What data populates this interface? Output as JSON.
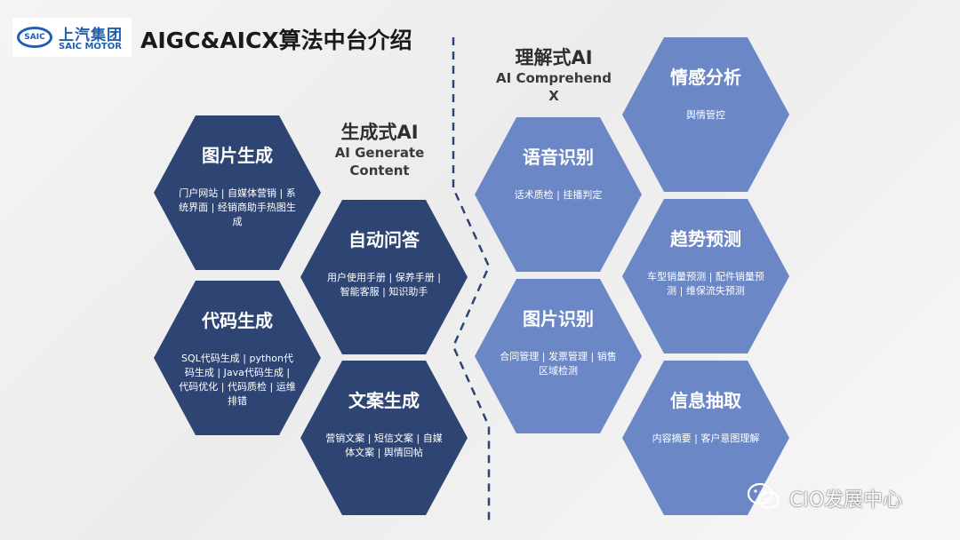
{
  "logo": {
    "badge": "SAIC",
    "company_cn": "上汽集团",
    "company_en": "SAIC MOTOR"
  },
  "title": "AIGC&AICX算法中台介绍",
  "sections": {
    "generative": {
      "cn": "生成式AI",
      "en_line1": "AI Generate",
      "en_line2": "Content"
    },
    "comprehend": {
      "cn": "理解式AI",
      "en_line1": "AI Comprehend",
      "en_line2": "X"
    }
  },
  "generative_hexes": [
    {
      "title": "图片生成",
      "desc": "门户网站 | 自媒体营销 | 系统界面 | 经销商助手热图生成"
    },
    {
      "title": "自动问答",
      "desc": "用户使用手册 | 保养手册 | 智能客服 | 知识助手"
    },
    {
      "title": "代码生成",
      "desc": "SQL代码生成 | python代码生成 | Java代码生成 | 代码优化 | 代码质检 | 运维排错"
    },
    {
      "title": "文案生成",
      "desc": "营销文案 | 短信文案 | 自媒体文案 | 舆情回帖"
    }
  ],
  "comprehend_hexes": [
    {
      "title": "情感分析",
      "desc": "舆情管控"
    },
    {
      "title": "语音识别",
      "desc": "话术质检 | 挂播判定"
    },
    {
      "title": "趋势预测",
      "desc": "车型销量预测 | 配件销量预测 | 维保流失预测"
    },
    {
      "title": "图片识别",
      "desc": "合同管理 | 发票管理 | 销售区域检测"
    },
    {
      "title": "信息抽取",
      "desc": "内容摘要 | 客户意图理解"
    }
  ],
  "watermark": {
    "text": "CIO发展中心",
    "icon": "wechat-icon"
  },
  "colors": {
    "dark_hex": "#2e4573",
    "light_hex": "#6c87c6",
    "brand_blue": "#1f5fb0",
    "divider": "#2e4573"
  }
}
